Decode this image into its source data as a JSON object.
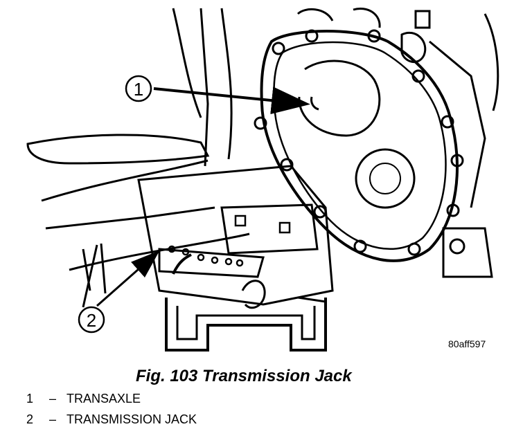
{
  "figure": {
    "callouts": [
      {
        "number": "1"
      },
      {
        "number": "2"
      }
    ],
    "reference_code": "80aff597"
  },
  "caption": "Fig. 103 Transmission Jack",
  "legend": [
    {
      "number": "1",
      "dash": "–",
      "label": "TRANSAXLE"
    },
    {
      "number": "2",
      "dash": "–",
      "label": "TRANSMISSION JACK"
    }
  ]
}
